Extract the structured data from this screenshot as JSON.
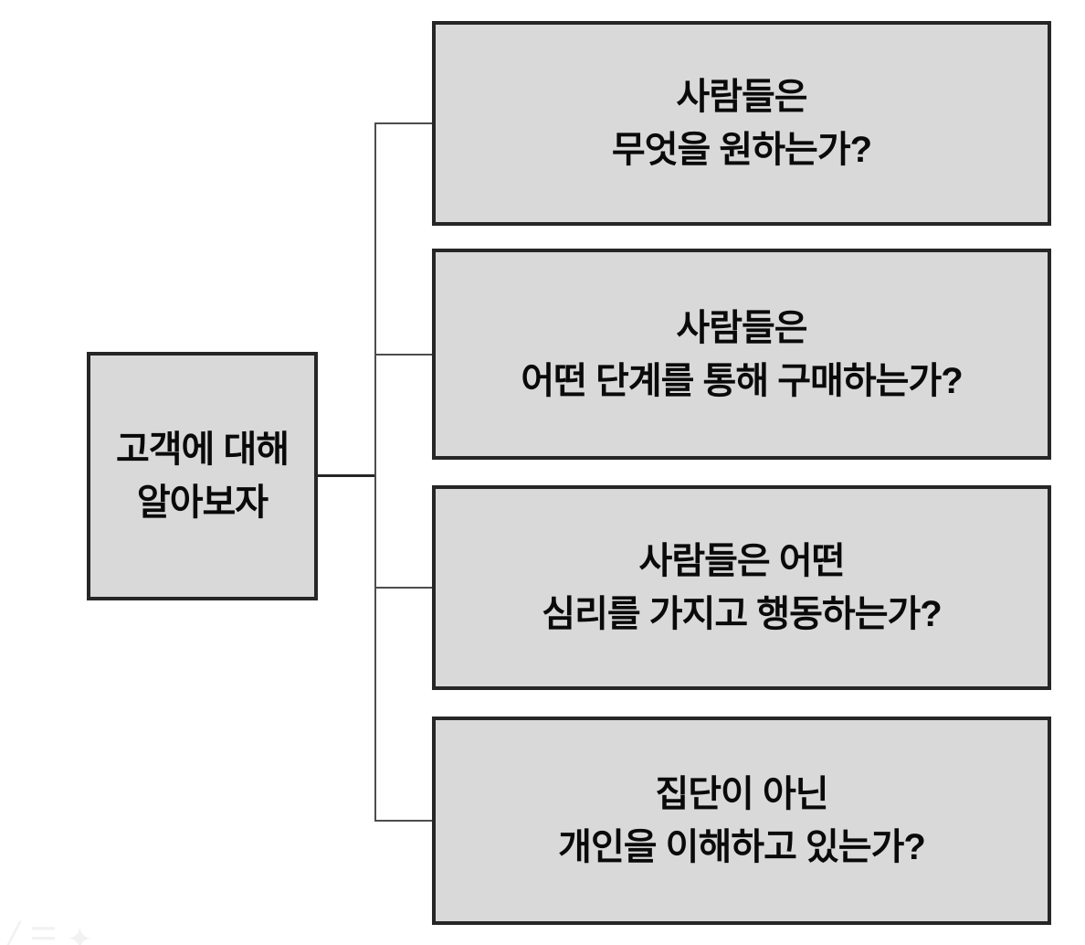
{
  "diagram": {
    "type": "tree",
    "root": {
      "lines": [
        "고객에 대해",
        "알아보자"
      ]
    },
    "children": [
      {
        "lines": [
          "사람들은",
          "무엇을 원하는가?"
        ]
      },
      {
        "lines": [
          "사람들은",
          "어떤 단계를 통해 구매하는가?"
        ]
      },
      {
        "lines": [
          "사람들은 어떤",
          "심리를 가지고 행동하는가?"
        ]
      },
      {
        "lines": [
          "집단이 아닌",
          "개인을 이해하고 있는가?"
        ]
      }
    ]
  },
  "colors": {
    "background": "#ffffff",
    "box_fill": "#d9d9d9",
    "box_border": "#262626",
    "connector": "#4d4d4d",
    "text": "#0a0a0a",
    "watermark": "#f2f2f2"
  },
  "watermark": {
    "mark_slash": "╱",
    "mark_bars": "☰",
    "mark_star": "✦"
  }
}
